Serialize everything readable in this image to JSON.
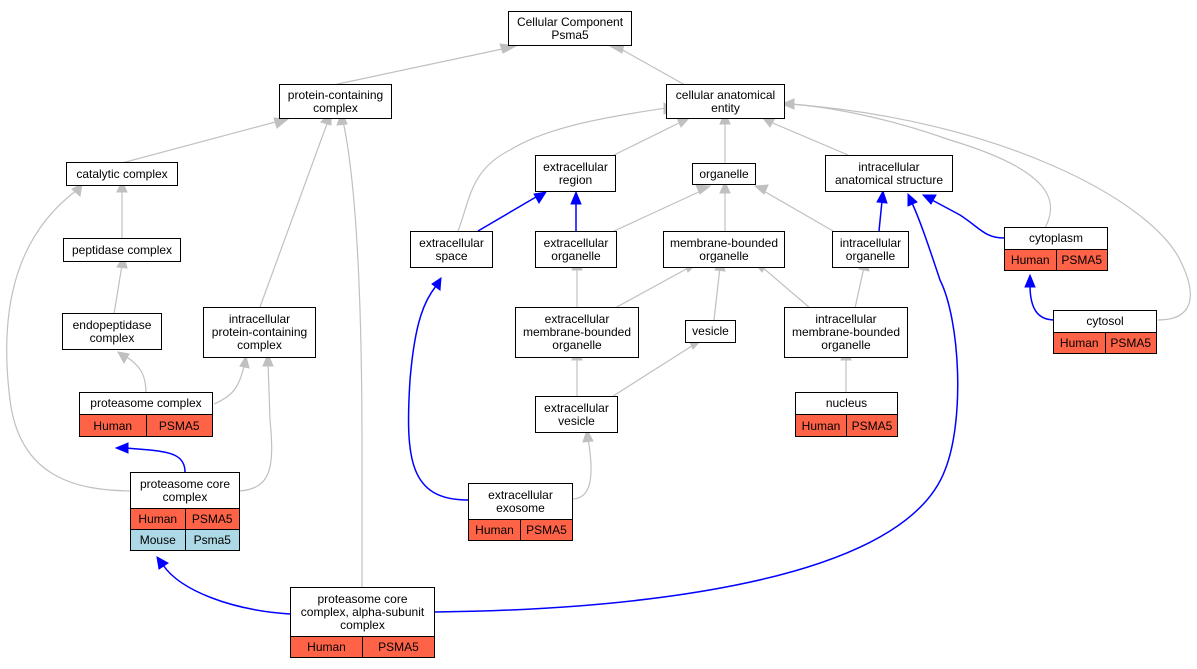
{
  "colors": {
    "human": "#ff6347",
    "mouse": "#add8e6",
    "gray_edge": "#c0c0c0",
    "blue_edge": "#0000ff"
  },
  "nodes": {
    "cc_root": "Cellular Component\nPsma5",
    "protein_containing_complex": "protein-containing\ncomplex",
    "cellular_anatomical_entity": "cellular anatomical\nentity",
    "catalytic_complex": "catalytic complex",
    "extracellular_region": "extracellular\nregion",
    "organelle": "organelle",
    "intracellular_anatomical_structure": "intracellular\nanatomical structure",
    "peptidase_complex": "peptidase complex",
    "extracellular_space": "extracellular\nspace",
    "extracellular_organelle": "extracellular\norganelle",
    "membrane_bounded_organelle": "membrane-bounded\norganelle",
    "intracellular_organelle": "intracellular\norganelle",
    "cytoplasm": "cytoplasm",
    "endopeptidase_complex": "endopeptidase\ncomplex",
    "intracellular_protein_containing_complex": "intracellular\nprotein-containing\ncomplex",
    "extracellular_mb_organelle": "extracellular\nmembrane-bounded\norganelle",
    "vesicle": "vesicle",
    "intracellular_mb_organelle": "intracellular\nmembrane-bounded\norganelle",
    "cytosol": "cytosol",
    "proteasome_complex": "proteasome complex",
    "extracellular_vesicle": "extracellular\nvesicle",
    "nucleus": "nucleus",
    "proteasome_core_complex": "proteasome core\ncomplex",
    "extracellular_exosome": "extracellular\nexosome",
    "proteasome_core_alpha": "proteasome core\ncomplex, alpha-subunit\ncomplex"
  },
  "annotations": {
    "cytoplasm": [
      [
        "Human",
        "PSMA5"
      ]
    ],
    "cytosol": [
      [
        "Human",
        "PSMA5"
      ]
    ],
    "proteasome_complex": [
      [
        "Human",
        "PSMA5"
      ]
    ],
    "nucleus": [
      [
        "Human",
        "PSMA5"
      ]
    ],
    "proteasome_core_complex": [
      [
        "Human",
        "PSMA5"
      ],
      [
        "Mouse",
        "Psma5"
      ]
    ],
    "extracellular_exosome": [
      [
        "Human",
        "PSMA5"
      ]
    ],
    "proteasome_core_alpha": [
      [
        "Human",
        "PSMA5"
      ]
    ]
  }
}
